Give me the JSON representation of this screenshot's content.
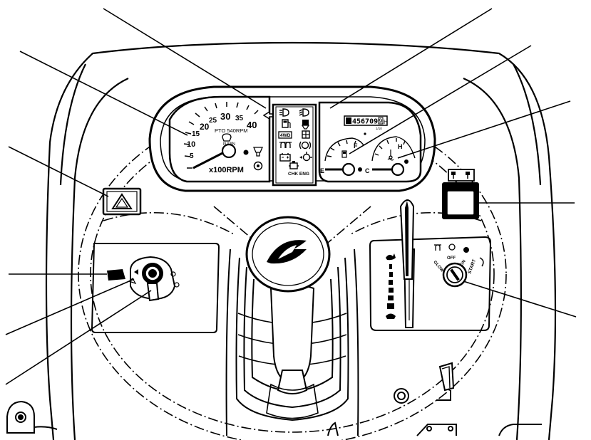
{
  "tachometer": {
    "scale_labels": [
      "5",
      "10",
      "15",
      "20",
      "25",
      "30",
      "35",
      "40"
    ],
    "pto_text": "PTO 540RPM",
    "min_text": "N MIN",
    "unit_text": "x100RPM"
  },
  "warning_panel": {
    "engine_check_label": "CHK ENG"
  },
  "gauges": {
    "odometer": "456709",
    "odometer_tenths": "9",
    "odometer_unit": "H",
    "odometer_sub": "1/10",
    "fuel_full": "F",
    "fuel_empty": "E",
    "temp_hot": "H",
    "temp_cold": "C"
  },
  "ignition": {
    "glow": "GLOW",
    "off": "OFF",
    "on": "ON",
    "start": "START"
  }
}
